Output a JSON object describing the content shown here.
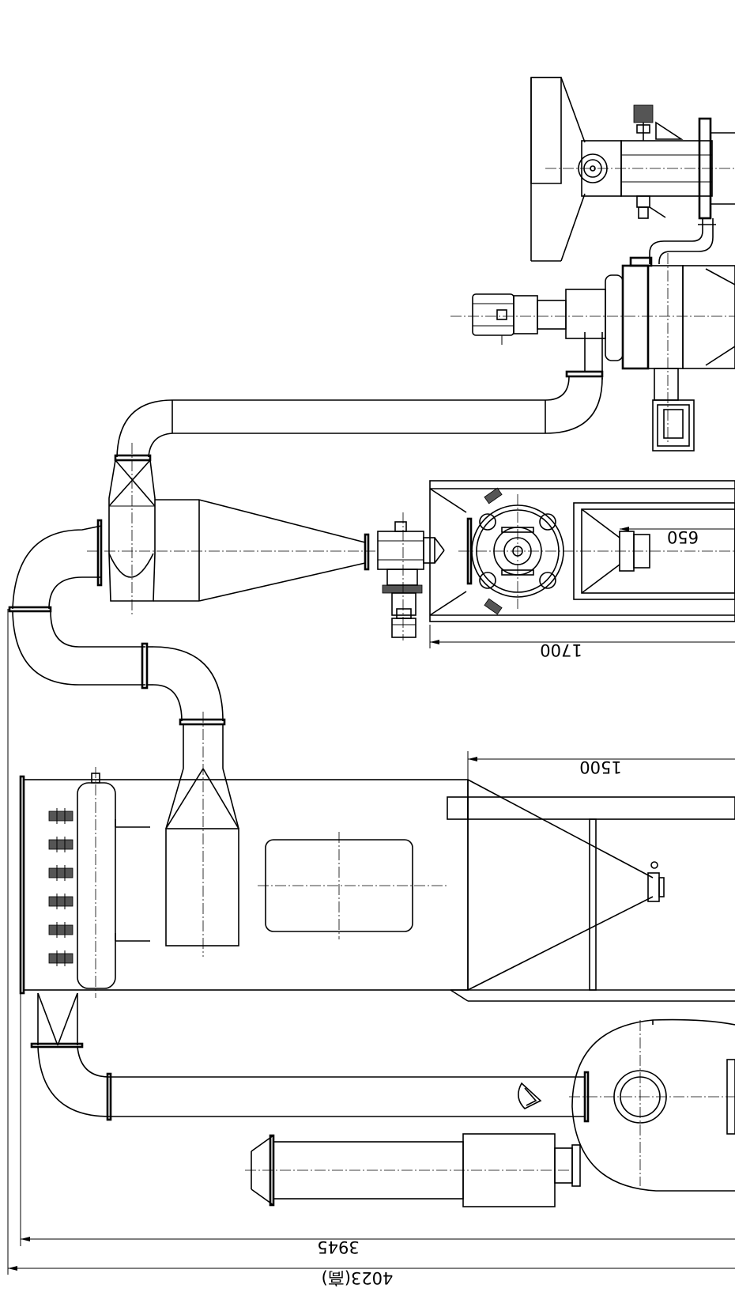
{
  "dimensions": {
    "d650": "650",
    "d1700": "1700",
    "d1500": "1500",
    "d3945": "3945",
    "d4023": "4023(高)"
  }
}
